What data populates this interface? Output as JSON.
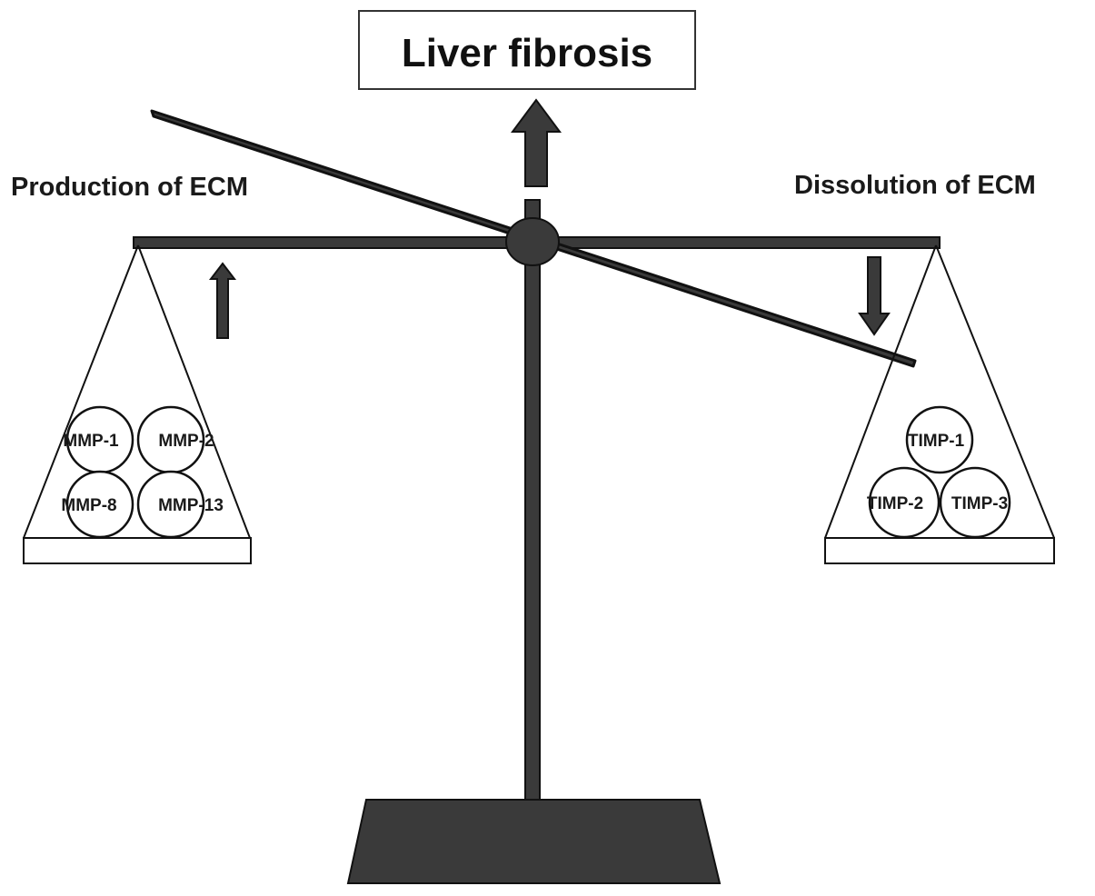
{
  "title": "Liver fibrosis",
  "left_label": "Production of ECM",
  "right_label": "Dissolution of ECM",
  "left_items": [
    "MMP-1",
    "MMP-2",
    "MMP-8",
    "MMP-13"
  ],
  "right_items": [
    "TIMP-1",
    "TIMP-2",
    "TIMP-3"
  ],
  "colors": {
    "structure": "#3a3a3a",
    "outline": "#111111",
    "background": "#ffffff"
  }
}
